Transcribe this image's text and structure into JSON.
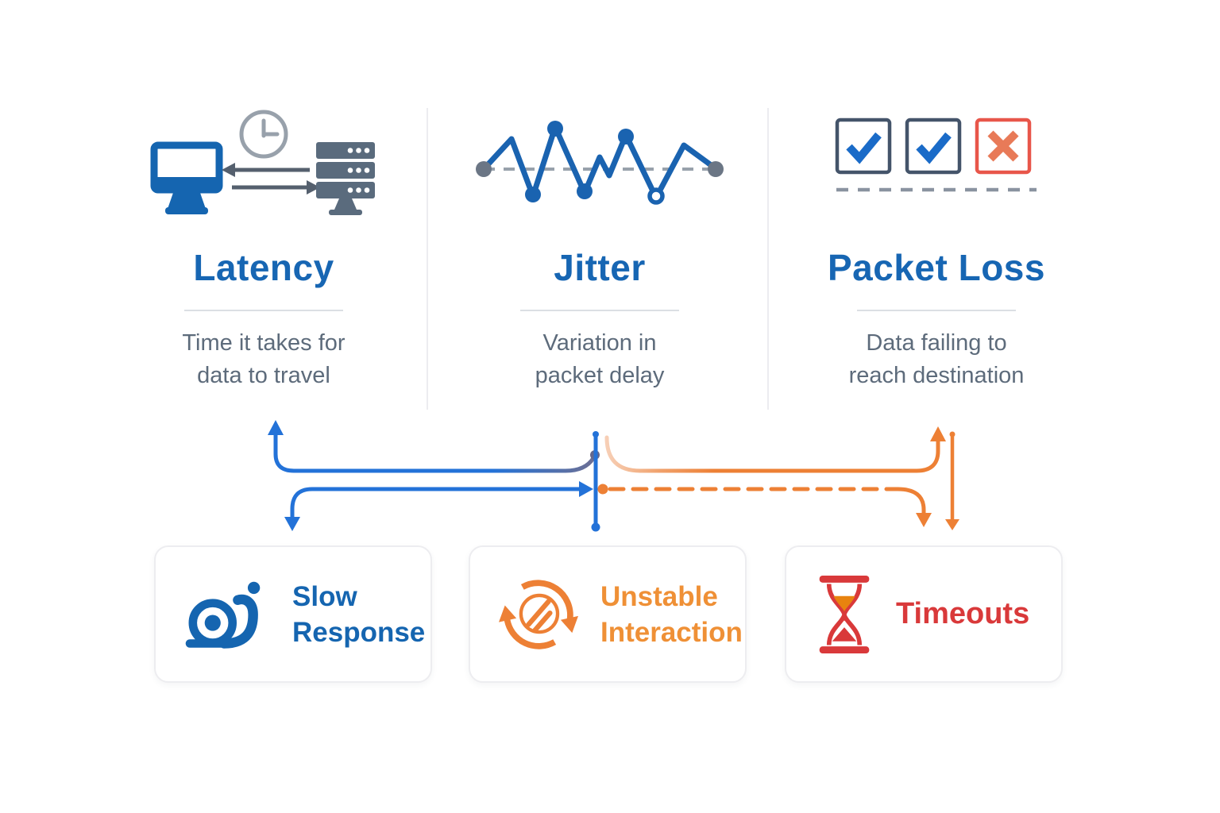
{
  "colors": {
    "heading-blue": "#1766b3",
    "icon-blue": "#1565b0",
    "connector-blue": "#2372d8",
    "jitter-blue": "#1a63b0",
    "slate": "#5a6b7d",
    "arrow-slate": "#55606e",
    "checkbox-border": "#44546a",
    "check-blue": "#1a6bc8",
    "muted-gray": "#98a1ab",
    "desc-gray": "#5d6b7b",
    "orange": "#ed8035",
    "orange-text": "#ef9036",
    "red": "#d9393a",
    "x-red": "#e87a58",
    "x-border": "#e8564a",
    "sand": "#e8830f",
    "end-gray": "#6b7685",
    "divider": "#ececf0"
  },
  "causes": [
    {
      "title": "Latency",
      "description": [
        "Time it takes for",
        "data to travel"
      ],
      "icon": "computer-clock-server-icon"
    },
    {
      "title": "Jitter",
      "description": [
        "Variation in",
        "packet delay"
      ],
      "icon": "jitter-waveform-icon"
    },
    {
      "title": "Packet Loss",
      "description": [
        "Data failing to",
        "reach destination"
      ],
      "icon": "packet-checkboxes-icon"
    }
  ],
  "effects": [
    {
      "label": [
        "Slow",
        "Response"
      ],
      "icon": "snail-icon"
    },
    {
      "label": [
        "Unstable",
        "Interaction"
      ],
      "icon": "sync-arrows-icon"
    },
    {
      "label": [
        "Timeouts"
      ],
      "icon": "hourglass-icon"
    }
  ]
}
